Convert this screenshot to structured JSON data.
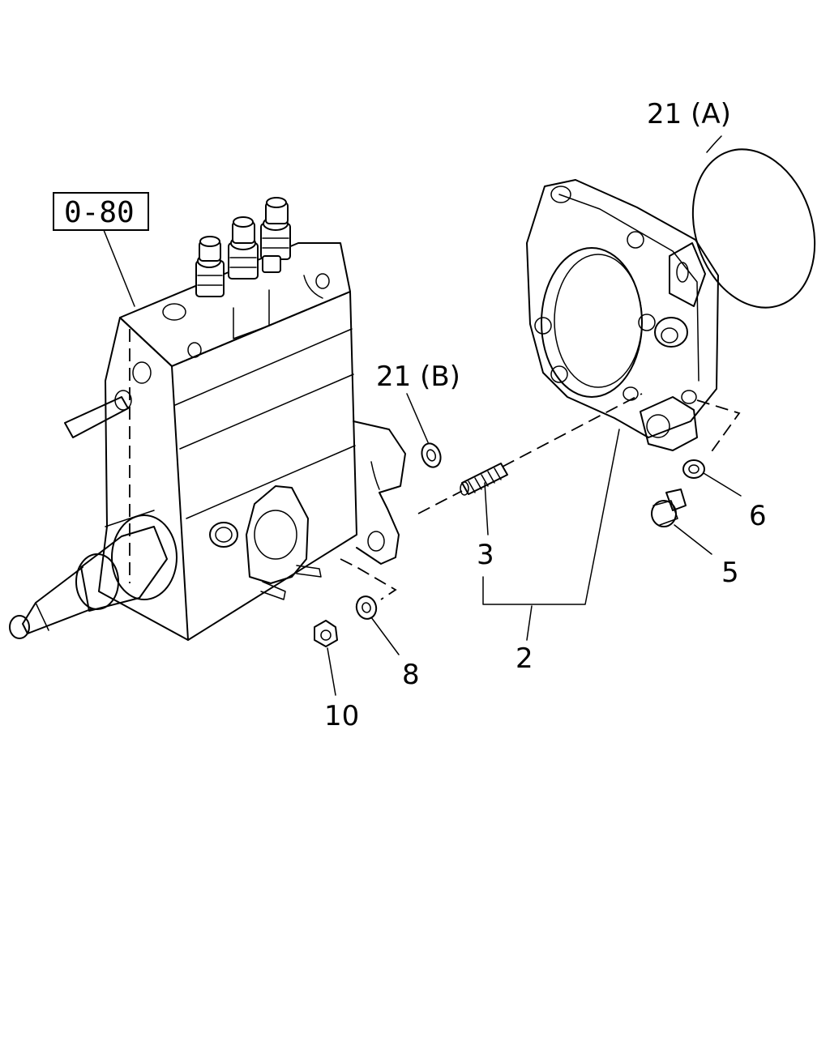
{
  "reference": {
    "label": "0-80"
  },
  "callouts": {
    "c21a": "21 (A)",
    "c21b": "21 (B)",
    "c2": "2",
    "c3": "3",
    "c5": "5",
    "c6": "6",
    "c8": "8",
    "c10": "10"
  }
}
